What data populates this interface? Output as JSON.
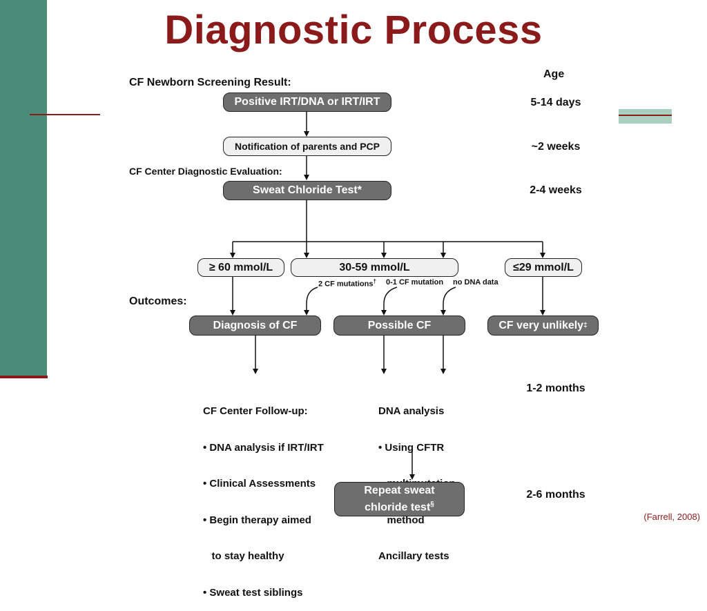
{
  "title": "Diagnostic Process",
  "citation": "(Farrell, 2008)",
  "headings": {
    "screening": "CF Newborn Screening Result:",
    "evaluation": "CF Center Diagnostic Evaluation:",
    "outcomes": "Outcomes:",
    "age": "Age"
  },
  "boxes": {
    "positive": "Positive IRT/DNA or IRT/IRT",
    "notification": "Notification of parents and PCP",
    "sweat": "Sweat Chloride Test*",
    "ge60": "≥ 60 mmol/L",
    "mid": "30-59 mmol/L",
    "le29": "≤29 mmol/L",
    "diagnosis": "Diagnosis of CF",
    "possible": "Possible CF",
    "unlikely": "CF very unlikely",
    "unlikely_sup": "‡",
    "repeat_line1": "Repeat sweat",
    "repeat_line2": "chloride test",
    "repeat_sup": "§"
  },
  "branches": {
    "two_mutations": "2 CF mutations",
    "two_mutations_sup": "†",
    "zero_one": "0-1 CF mutation",
    "no_dna": "no DNA data"
  },
  "ages": [
    "5-14 days",
    "~2 weeks",
    "2-4 weeks",
    "1-2 months",
    "2-6 months"
  ],
  "followup": {
    "left": [
      "CF Center Follow-up:",
      "• DNA analysis if IRT/IRT",
      "• Clinical Assessments",
      "• Begin therapy aimed",
      "   to stay healthy",
      "• Sweat test siblings"
    ],
    "middle": [
      "DNA analysis",
      "• Using CFTR",
      "   multimutation",
      "   method",
      "Ancillary tests"
    ]
  }
}
